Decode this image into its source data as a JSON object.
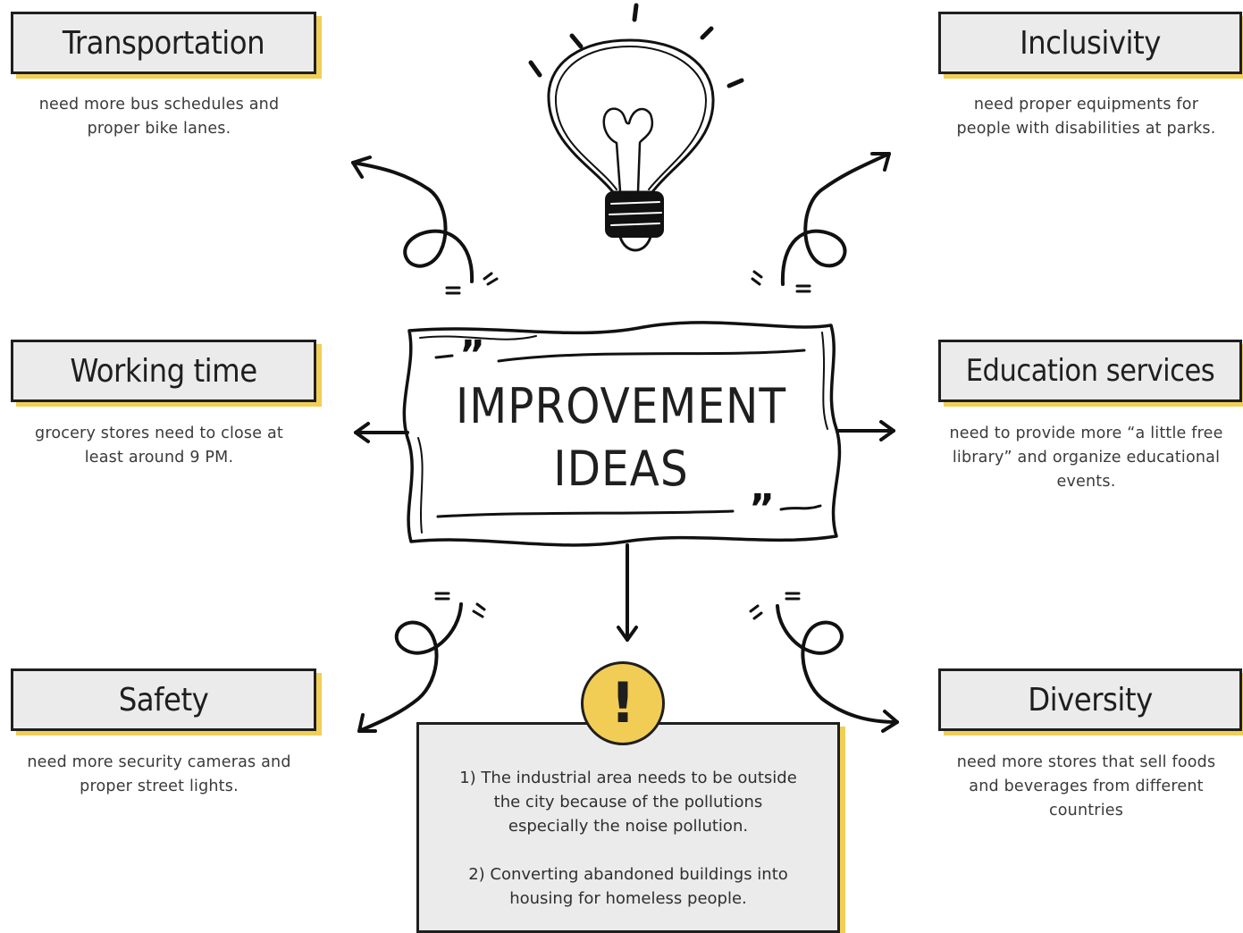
{
  "center": {
    "title_line1": "IMPROVEMENT",
    "title_line2": "IDEAS",
    "quote_open": "”",
    "quote_close": "”"
  },
  "cards": {
    "transportation": {
      "title": "Transportation",
      "desc_line1": "need more bus schedules and",
      "desc_line2": "proper bike lanes."
    },
    "inclusivity": {
      "title": "Inclusivity",
      "desc_line1": "need proper equipments for",
      "desc_line2": "people with disabilities at parks."
    },
    "working_time": {
      "title": "Working time",
      "desc_line1": "grocery stores need to close at",
      "desc_line2": "least around 9 PM."
    },
    "education": {
      "title": "Education services",
      "desc_line1": "need to provide more “a little free",
      "desc_line2": "library” and organize educational",
      "desc_line3": "events."
    },
    "safety": {
      "title": "Safety",
      "desc_line1": "need more security cameras and",
      "desc_line2": "proper street lights."
    },
    "diversity": {
      "title": "Diversity",
      "desc_line1": "need more stores that sell foods",
      "desc_line2": "and beverages from different",
      "desc_line3": "countries"
    }
  },
  "bottom": {
    "item1_line1": "1) The industrial area needs to be outside",
    "item1_line2": "the city because of the pollutions",
    "item1_line3": "especially the noise pollution.",
    "item2_line1": "2) Converting abandoned buildings into",
    "item2_line2": "housing for homeless people.",
    "alert_symbol": "!"
  },
  "colors": {
    "accent_yellow": "#f1cf57",
    "card_fill": "#ebebeb",
    "ink": "#1f1f1f"
  },
  "icons": [
    "lightbulb-icon",
    "exclamation-icon",
    "arrow-icon"
  ]
}
